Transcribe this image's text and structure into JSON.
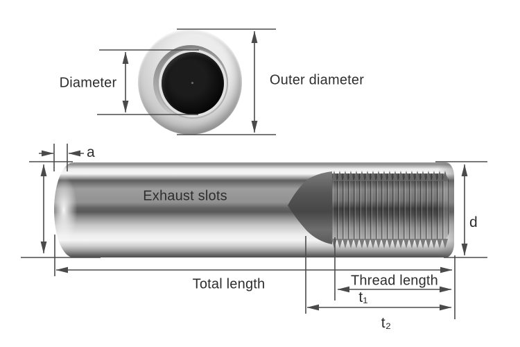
{
  "colors": {
    "background": "#ffffff",
    "dimension_line": "#4a4a4a",
    "text": "#2d2d2d"
  },
  "end_view": {
    "diameter_label": "Diameter",
    "outer_diameter_label": "Outer diameter"
  },
  "side_view": {
    "exhaust_slots_label": "Exhaust slots",
    "a_label": "a",
    "d_label": "d",
    "total_length_label": "Total length",
    "thread_length_label": "Thread length",
    "t1_label": "t₁",
    "t2_label": "t₂"
  }
}
